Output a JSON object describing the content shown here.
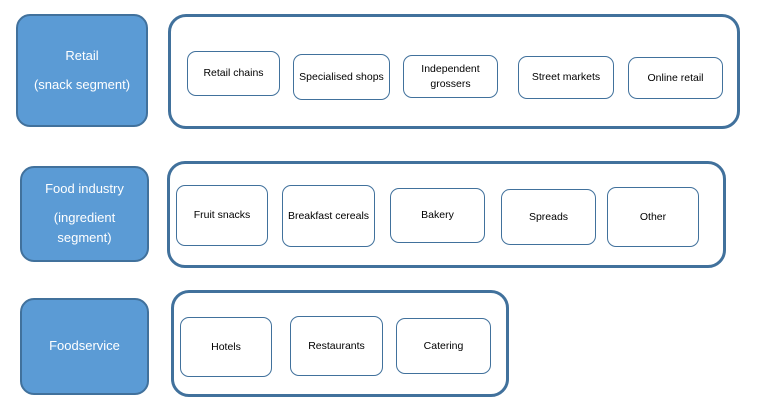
{
  "rows": [
    {
      "segment": {
        "line1": "Retail",
        "line2": "(snack segment)"
      },
      "items": [
        "Retail chains",
        "Specialised shops",
        "Independent grossers",
        "Street markets",
        "Online retail"
      ]
    },
    {
      "segment": {
        "line1": "Food industry",
        "line2": "(ingredient segment)"
      },
      "items": [
        "Fruit snacks",
        "Breakfast cereals",
        "Bakery",
        "Spreads",
        "Other"
      ]
    },
    {
      "segment": {
        "line1": "Foodservice",
        "line2": ""
      },
      "items": [
        "Hotels",
        "Restaurants",
        "Catering"
      ]
    }
  ],
  "colors": {
    "segment_fill": "#5b9bd5",
    "border": "#41719c"
  }
}
